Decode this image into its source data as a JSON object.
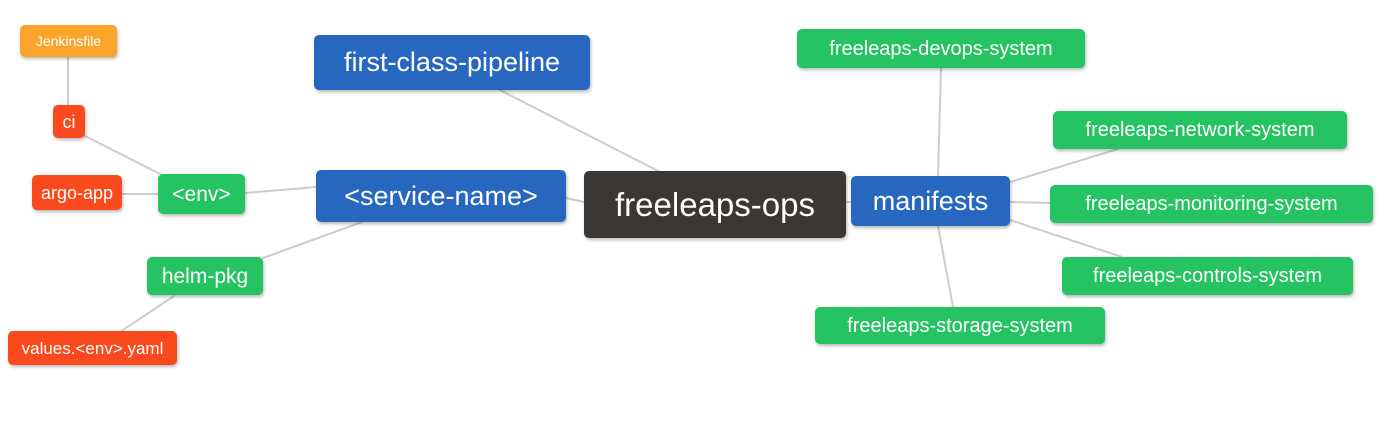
{
  "palette": {
    "blue": "#2767c0",
    "green": "#25c361",
    "red_orange": "#fa4a1d",
    "amber": "#faa42c",
    "dark": "#3b3734",
    "edge": "#cccccc",
    "background": "#ffffff",
    "node_text": "#ffffff"
  },
  "nodes": {
    "root": {
      "label": "freeleaps-ops",
      "color": "#3b3734"
    },
    "first_class_pipeline": {
      "label": "first-class-pipeline",
      "color": "#2767c0"
    },
    "service_name": {
      "label": "<service-name>",
      "color": "#2767c0"
    },
    "manifests": {
      "label": "manifests",
      "color": "#2767c0"
    },
    "env": {
      "label": "<env>",
      "color": "#25c361"
    },
    "helm_pkg": {
      "label": "helm-pkg",
      "color": "#25c361"
    },
    "ci": {
      "label": "ci",
      "color": "#fa4a1d"
    },
    "argo_app": {
      "label": "argo-app",
      "color": "#fa4a1d"
    },
    "values_env_yaml": {
      "label": "values.<env>.yaml",
      "color": "#fa4a1d"
    },
    "jenkinsfile": {
      "label": "Jenkinsfile",
      "color": "#faa42c"
    },
    "devops_system": {
      "label": "freeleaps-devops-system",
      "color": "#25c361"
    },
    "network_system": {
      "label": "freeleaps-network-system",
      "color": "#25c361"
    },
    "monitoring_system": {
      "label": "freeleaps-monitoring-system",
      "color": "#25c361"
    },
    "controls_system": {
      "label": "freeleaps-controls-system",
      "color": "#25c361"
    },
    "storage_system": {
      "label": "freeleaps-storage-system",
      "color": "#25c361"
    }
  },
  "edges": [
    [
      "Jenkinsfile",
      "ci"
    ],
    [
      "ci",
      "<env>"
    ],
    [
      "argo-app",
      "<env>"
    ],
    [
      "<env>",
      "<service-name>"
    ],
    [
      "helm-pkg",
      "<service-name>"
    ],
    [
      "values.<env>.yaml",
      "helm-pkg"
    ],
    [
      "first-class-pipeline",
      "freeleaps-ops"
    ],
    [
      "<service-name>",
      "freeleaps-ops"
    ],
    [
      "freeleaps-ops",
      "manifests"
    ],
    [
      "manifests",
      "freeleaps-devops-system"
    ],
    [
      "manifests",
      "freeleaps-network-system"
    ],
    [
      "manifests",
      "freeleaps-monitoring-system"
    ],
    [
      "manifests",
      "freeleaps-controls-system"
    ],
    [
      "manifests",
      "freeleaps-storage-system"
    ]
  ]
}
